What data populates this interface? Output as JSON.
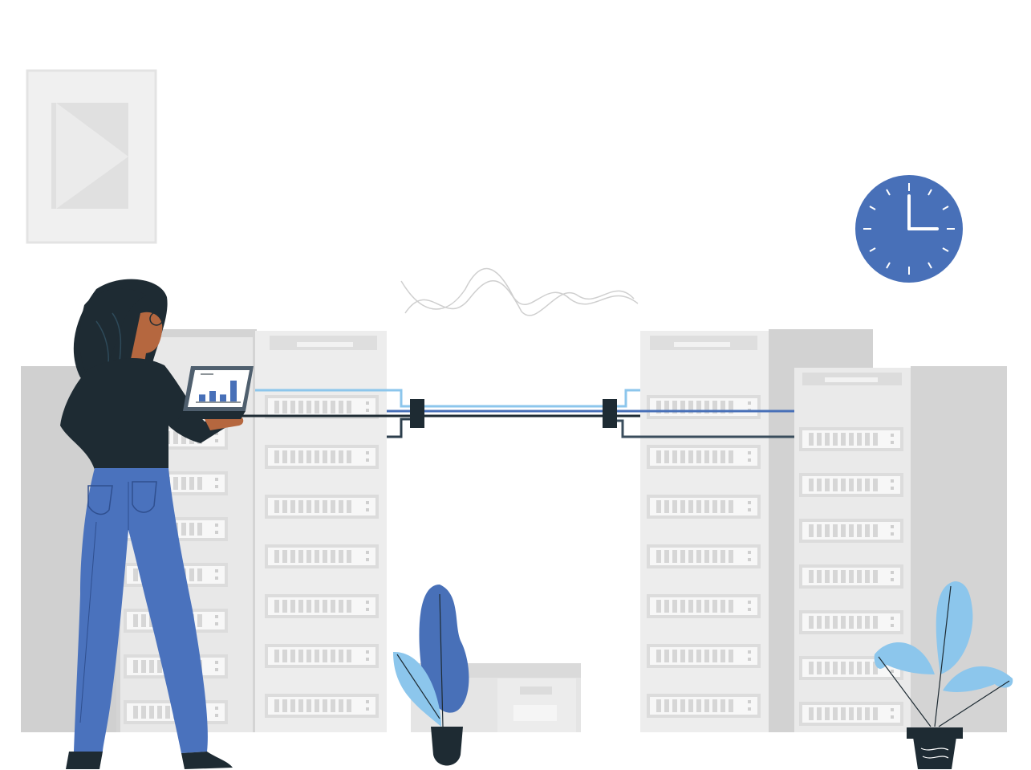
{
  "scene": {
    "kind": "illustration",
    "subject": "data-center",
    "elements": [
      "framed-picture",
      "wall-clock",
      "sound-wave",
      "server-rack-left-back",
      "server-rack-left-front",
      "server-rack-right-center",
      "server-rack-right-front",
      "network-cables",
      "cable-connectors",
      "woman-with-laptop",
      "laptop-bar-chart",
      "plant-blue-left",
      "storage-box",
      "plant-potted-right"
    ]
  },
  "clock": {
    "hour": 3,
    "minute": 0
  },
  "laptop_chart": {
    "type": "bar",
    "values": [
      2,
      3,
      2,
      6
    ]
  },
  "colors": {
    "accent_blue": "#4870b8",
    "light_blue": "#8cc6ec",
    "dark": "#1e2b33",
    "rack_light": "#ebebeb",
    "rack_dark": "#d0d0d0",
    "skin": "#b5673f",
    "jeans": "#4a72bd"
  }
}
